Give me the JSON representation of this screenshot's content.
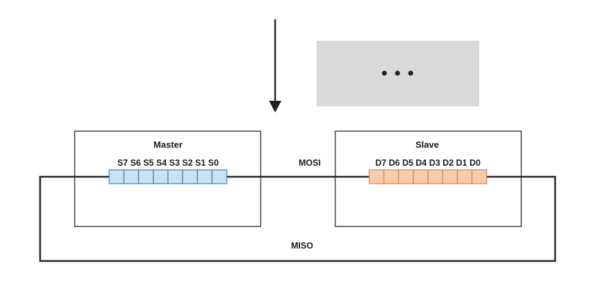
{
  "master": {
    "title": "Master",
    "bit_labels": "S7 S6 S5 S4 S3 S2 S1 S0",
    "register_cells": 8
  },
  "slave": {
    "title": "Slave",
    "bit_labels": "D7 D6 D5 D4 D3 D2 D1 D0",
    "register_cells": 8
  },
  "lines": {
    "mosi": "MOSI",
    "miso": "MISO"
  },
  "placeholder_box": {
    "icon": "ellipsis-icon"
  },
  "colors": {
    "master_register_fill": "#c9e3f3",
    "master_register_stroke": "#3b7fb3",
    "slave_register_fill": "#f9cba8",
    "slave_register_stroke": "#d8844d",
    "placeholder_fill": "#d9d9db",
    "line": "#222222"
  }
}
